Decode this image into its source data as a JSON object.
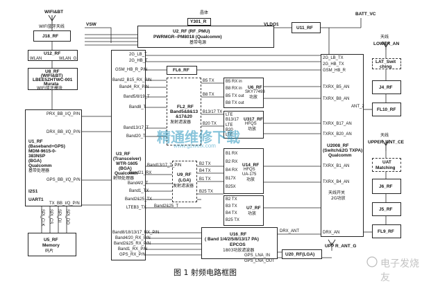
{
  "header": {
    "wifi_bt": "WIFI&BT",
    "wifi_ant": "WIFI蓝牙天线",
    "crystal": "晶体",
    "batt": "BATT_VC",
    "vsw": "VSW",
    "vldo": "VLDO1"
  },
  "blocks": {
    "j18": "J18_RF",
    "u12": "U12_RF",
    "wlan": "WLAN",
    "wlan_g": "WLAN_G",
    "u8": [
      "U8_RF",
      "(WIFI&BT)",
      "LBEE5ZHTWC-001",
      "Murata",
      "WIFI蓝牙模块"
    ],
    "u1": [
      "U1_RF",
      "(Baseband+GPS)",
      "MDM-9615-0-",
      "383NSP",
      "(BGA)",
      "Qualcomm",
      "基带处理器"
    ],
    "i2s1": "I2S1",
    "uart1": "UART1",
    "u1_pins": [
      "PRX_BB_I/Q_P/N",
      "DRX_BB_I/Q_P/N",
      "GPS_BB_I/Q_P/N",
      "TX_BB_I/Q_P/N"
    ],
    "mem_pins": [
      "SPI_CLK",
      "SPI_CS",
      "SPI_DI",
      "SPI_DO"
    ],
    "u5": [
      "U5_RF",
      "Memory",
      "码片"
    ],
    "y301": "Y301_R",
    "u2": [
      "U2_RF (RF_PMU)",
      "PWRMGR--PM8018 (Qualcomm)",
      "基带电源"
    ],
    "u11": "U11_RF",
    "u3": [
      "U3_RF",
      "(Transceiver)",
      "WTR-1605",
      "(BGA)",
      "Qualcomm",
      "射频处理器"
    ],
    "u3_left": [
      "2G_LB_T",
      "2G_HB_T",
      "GSM_HB_R_P/N",
      "Band2_B15_RX_P/N",
      "Band4_RX_P/N",
      "Band5/8/19_T",
      "Band8_T",
      "Band13/17_T",
      "Band20_T",
      "Band21_RX",
      "Band4/2_T",
      "Band1_TX",
      "Band2&25_TX",
      "LTEB3_TX",
      "Band8/18/13/17_RX_P/N",
      "Band4/20_RX_P/N",
      "Band2&25_RX_P/N",
      "Band1_RX_P/N",
      "GPS_RX_P/N"
    ],
    "u3_mid": [
      "Band13/17_T_P/N",
      "Band2&25_T"
    ],
    "fl6": "FL6_RF",
    "fl2": [
      "FL2_RF",
      "Band5&8&13",
      "&17&20",
      "发射滤波器"
    ],
    "fl_pins": [
      "B5 TX",
      "B8 TX",
      "B13/17 TX",
      "B20 TX"
    ],
    "u9": [
      "U9_RF",
      "(LGA)",
      "发射滤波器"
    ],
    "u9_pins": [
      "B2 TX",
      "B4 TX",
      "B1 TX",
      "B25 TX"
    ],
    "u6": [
      "U6_RF",
      "SKY77493",
      "功放"
    ],
    "u6_pins": [
      "B5 RX in",
      "B8 RX in",
      "B5 TX out",
      "B8 TX out"
    ],
    "u317": [
      "U317_RF",
      "HFQS",
      "功放"
    ],
    "u317_pins": [
      "LTE",
      "LTE",
      "LTE",
      "B13/17",
      "B20"
    ],
    "u14": [
      "U14_RF",
      "HFQS",
      "UA-175",
      "功放"
    ],
    "u14_pins": [
      "B1 RX",
      "B2 RX",
      "B4 RX",
      "B17X",
      "B25X"
    ],
    "u7": [
      "U7_RF",
      "功放"
    ],
    "u7_pins": [
      "B2 TX",
      "B3 TX",
      "B4 TX",
      "B25 TX"
    ],
    "u16": [
      "U16_RF",
      "( Band 1/4/2/5/8/13/17 PA)",
      "EPCOS",
      "1803功放滤波器"
    ],
    "u16_pins": [
      "DRX_ANT",
      "GPS_LNA_IN",
      "GPS_LNA_OUT"
    ],
    "u2008": [
      "U2008_RF",
      "(Switch&2G TXPA)",
      "Qualcomm"
    ],
    "u2008_pins": [
      "2G_LB_TX",
      "2G_HB_TX",
      "GSM_HB_R",
      "TXRX_B5_AN",
      "TXRX_B8_AN",
      "TXRX_B17_AN",
      "TXRX_B20_AN",
      "TXRX_B1_AN",
      "TXRX_B4_AN",
      "DRX_AN"
    ],
    "u2008_label": [
      "天线开关",
      "2G功放"
    ],
    "ant2": "ANT_2",
    "ant_top": "天线",
    "lower_an": "LOWER_AN",
    "lat": [
      "LAT_Swit",
      "ching"
    ],
    "j4": "J4_RF",
    "fl10": "FL10_RF",
    "ant_mid": "天线",
    "upper_ant": "UPPER_ANT_CE",
    "uat": [
      "UAT",
      "Matching"
    ],
    "j6": "J6_RF",
    "j5": "J5_RF",
    "fl9": "FL9_RF",
    "upp_ant_g": "UPP R_ANT_G",
    "u20": "U20_RF(LGA)"
  },
  "watermark": [
    "精通维修下载",
    "www.gzweix.com",
    "电子发烧友"
  ],
  "caption": "图 1    射频电路框图"
}
